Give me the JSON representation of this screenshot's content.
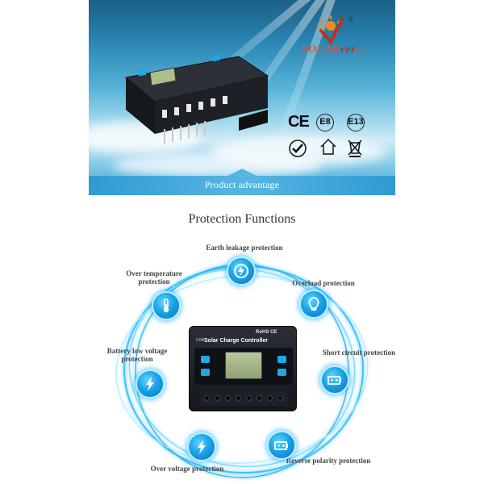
{
  "banner": {
    "caption": "Product advantage",
    "logo": {
      "brand_main": "SOLAR",
      "brand_tail": "ver",
      "brand_suffix": "tech",
      "registered": "®"
    },
    "certifications": {
      "ce": "CE",
      "e8": "E8",
      "e13": "E13"
    }
  },
  "page_title": "Protection Functions",
  "device": {
    "rohs": "RoHS CE",
    "name": "Solar Charge Controller",
    "usb": "USB"
  },
  "features": [
    {
      "label": "Earth leakage protection",
      "icon": "earth-leakage-icon"
    },
    {
      "label": "Overload protection",
      "icon": "bulb-icon"
    },
    {
      "label": "Short circuit protection",
      "icon": "battery-icon"
    },
    {
      "label": "Reverse polarity protection",
      "icon": "battery-icon"
    },
    {
      "label": "Over voltage protection",
      "icon": "lightning-icon"
    },
    {
      "label": "Battery low voltage protection",
      "icon": "lightning-icon"
    },
    {
      "label": "Over temperature protection",
      "icon": "thermometer-icon"
    }
  ],
  "colors": {
    "accent_blue": "#1aa3e6",
    "logo_orange": "#e8502e",
    "title_gray": "#333333"
  }
}
